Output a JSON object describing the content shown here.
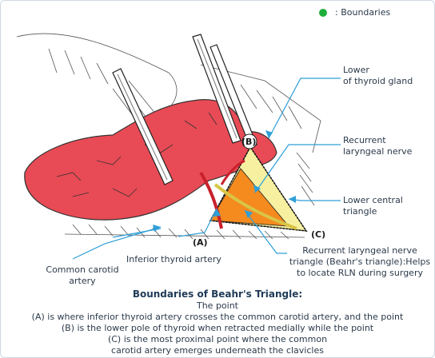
{
  "legend": {
    "symbol_color": "#1fae3a",
    "text": ": Boundaries"
  },
  "labels": {
    "lower_thyroid": [
      "Lower",
      "of thyroid gland"
    ],
    "rln": [
      "Recurrent",
      "laryngeal nerve"
    ],
    "lower_central": [
      "Lower central",
      "triangle"
    ],
    "beahr": [
      "Recurrent laryngeal nerve",
      "triangle (Beahr's triangle):Helps",
      "to locate RLN during surgery"
    ],
    "inferior_thyroid_artery": "Inferior thyroid artery",
    "common_carotid": [
      "Common carotid",
      "artery"
    ]
  },
  "points": {
    "a": "(A)",
    "b": "(B)",
    "c": "(C)"
  },
  "caption": {
    "title": "Boundaries of Beahr's Triangle:",
    "lines": [
      "The point",
      "(A) is where inferior thyroid artery crosses the common carotid artery, and the point",
      "(B) is the lower pole of thyroid when retracted medially while the point",
      "(C) is the most proximal point where the common",
      "carotid artery emerges underneath the clavicles"
    ]
  },
  "colors": {
    "thyroid": "#e84b55",
    "triangle_yellow": "#f7f0a0",
    "triangle_orange": "#f58a1f",
    "pointer": "#2e9fd8"
  }
}
